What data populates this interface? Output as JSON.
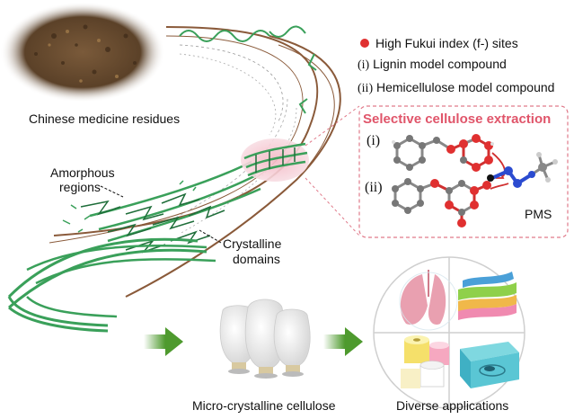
{
  "labels": {
    "residues": "Chinese medicine residues",
    "amorphous_1": "Amorphous",
    "amorphous_2": "regions",
    "crystalline_1": "Crystalline",
    "crystalline_2": "domains",
    "mcc": "Micro-crystalline cellulose",
    "applications": "Diverse applications",
    "pms": "PMS"
  },
  "legend": {
    "fukui": "High Fukui index (f-) sites",
    "i_marker": "(i)",
    "i_text": "Lignin model compound",
    "ii_marker": "(ii)",
    "ii_text": "Hemicellulose model compound"
  },
  "panel": {
    "title": "Selective cellulose extraction",
    "i": "(i)",
    "ii": "(ii)"
  },
  "colors": {
    "fiber_green": "#3aa05a",
    "fiber_dark": "#1f6e3a",
    "fiber_outline": "#8a5a3a",
    "panel_border": "#e07a8a",
    "title_red": "#e0556a",
    "fukui_red": "#e03030",
    "arrow_green": "#5aa83a"
  }
}
